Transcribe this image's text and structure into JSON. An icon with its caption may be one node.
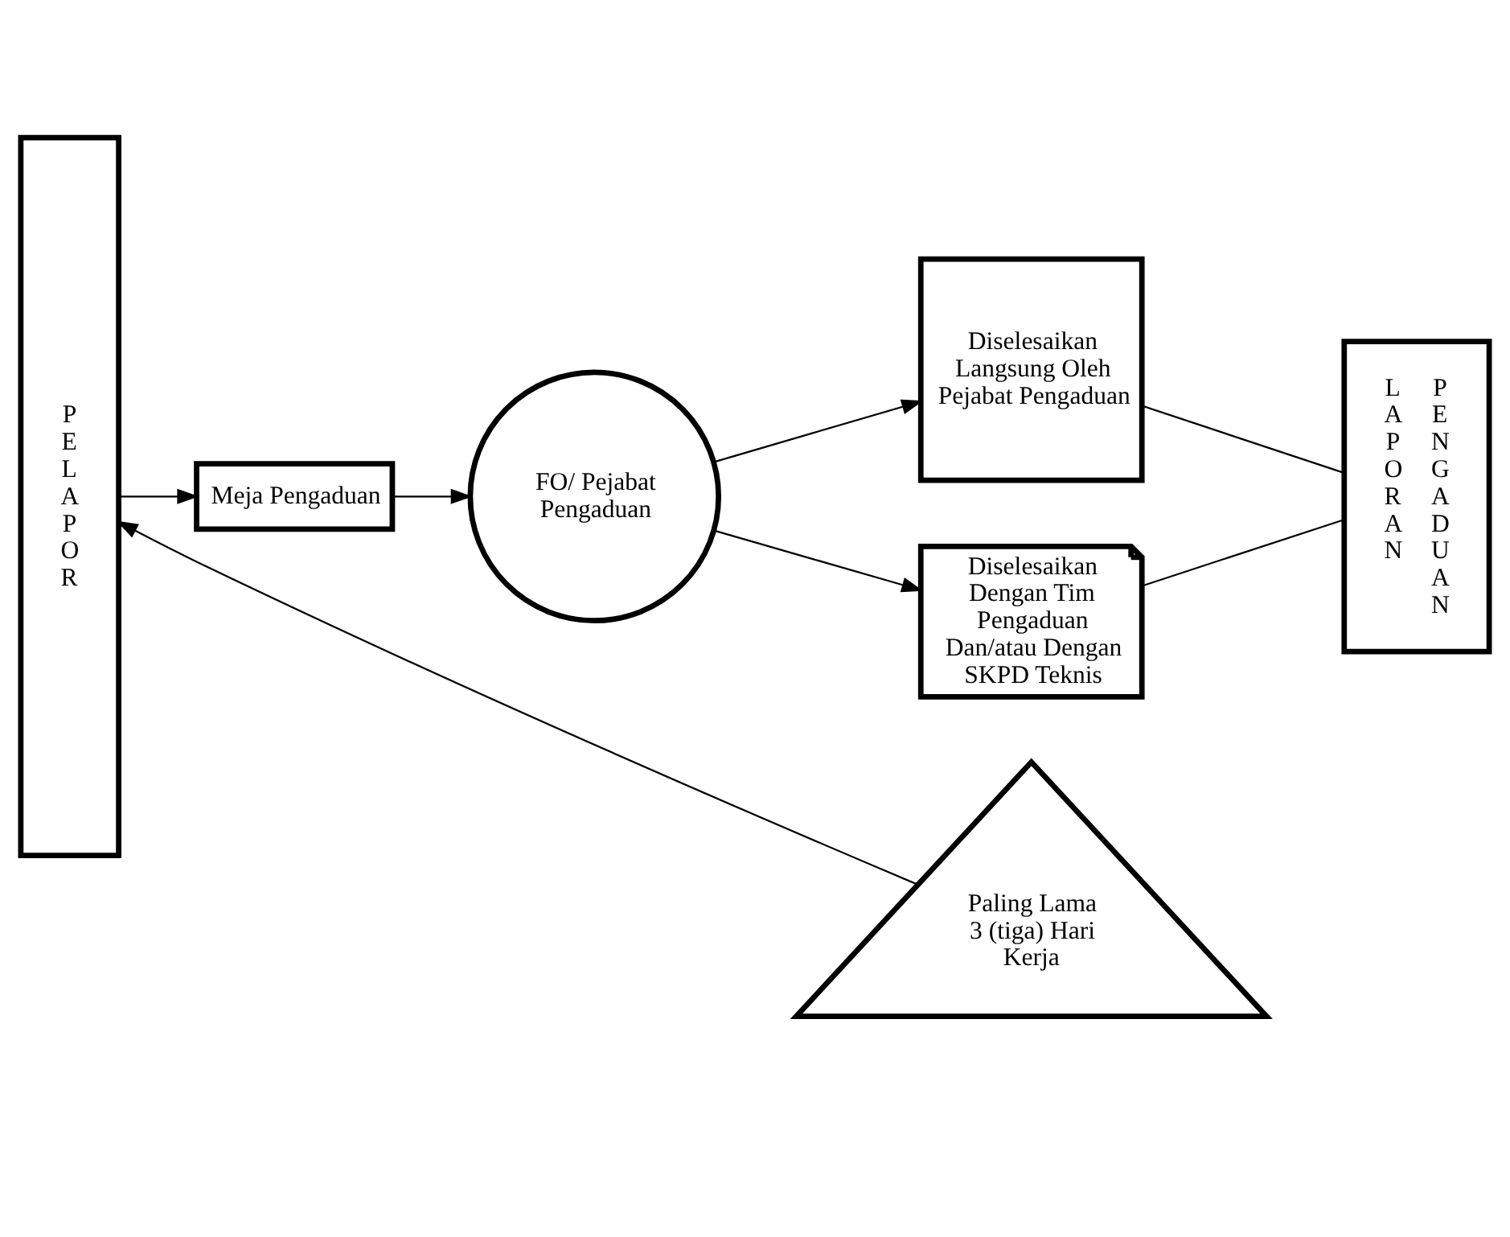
{
  "diagram": {
    "nodes": [
      {
        "text": [
          "P E L A P O R"
        ]
      },
      {
        "text": [
          "Meja Pengaduan"
        ]
      },
      {
        "text": [
          "FO/ Pejabat Pengaduan"
        ]
      },
      {
        "text": [
          "Diselesaikan Langsung Oleh Pejabat Pengaduan"
        ]
      },
      {
        "text": [
          "Diselesaikan Dengan Tim Pengaduan Dan/atau Dengan SKPD Teknis"
        ]
      },
      {
        "text": [
          "L A P O R A N",
          "P E N G A D U A N"
        ]
      },
      {
        "text": [
          "Paling Lama 3 (tiga) Hari Kerja"
        ]
      }
    ],
    "edges": [
      {
        "from": 0,
        "to": 1,
        "arrow": "to"
      },
      {
        "from": 1,
        "to": 2,
        "arrow": "to"
      },
      {
        "from": 2,
        "to": 3,
        "arrow": "to"
      },
      {
        "from": 2,
        "to": 4,
        "arrow": "to"
      },
      {
        "from": 3,
        "to": 5,
        "arrow": "none"
      },
      {
        "from": 4,
        "to": 5,
        "arrow": "none"
      },
      {
        "from": 6,
        "to": 0,
        "arrow": "to"
      }
    ]
  }
}
